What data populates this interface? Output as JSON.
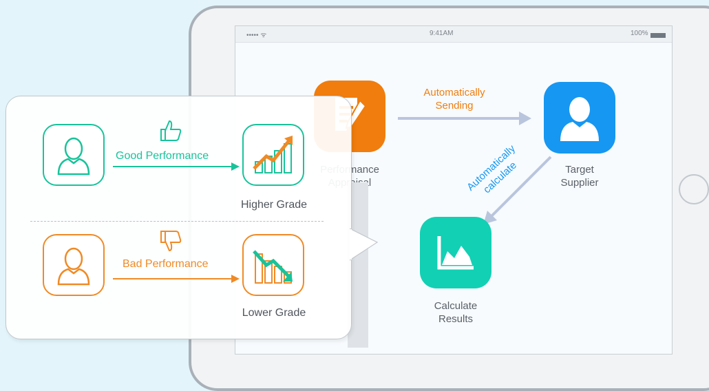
{
  "statusbar": {
    "signal": "••••• ᯤ",
    "time": "9:41AM",
    "battery": "100%"
  },
  "flow": {
    "performance_appraisal": {
      "line1": "Performance",
      "line2": "Appraisal"
    },
    "sending": {
      "line1": "Automatically",
      "line2": "Sending"
    },
    "target_supplier": {
      "line1": "Target",
      "line2": "Supplier"
    },
    "calculate": {
      "line1": "Automatically",
      "line2": "calculate"
    },
    "results": {
      "line1": "Calculate",
      "line2": "Results"
    }
  },
  "card": {
    "good": {
      "label": "Good Performance",
      "grade": "Higher Grade"
    },
    "bad": {
      "label": "Bad Performance",
      "grade": "Lower Grade"
    }
  },
  "colors": {
    "orange": "#f07d0e",
    "blue": "#1697f2",
    "teal": "#12d0b4",
    "green": "#18c39a",
    "arrow": "#b9c5dd"
  }
}
